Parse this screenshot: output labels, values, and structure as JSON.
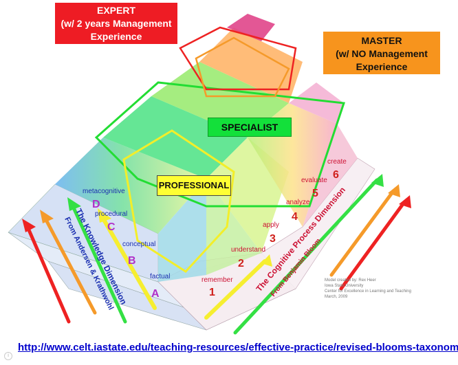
{
  "labels": {
    "expert": [
      "EXPERT",
      "(w/ 2  years Management",
      "Experience"
    ],
    "master": [
      "MASTER",
      "(w/ NO Management",
      "Experience"
    ],
    "specialist": "SPECIALIST",
    "professional": "PROFESSIONAL"
  },
  "cognitive_dimension": {
    "title": "The Cognitive Process Dimension",
    "source": "From Benjamin Bloom",
    "levels": [
      {
        "number": "1",
        "name": "remember"
      },
      {
        "number": "2",
        "name": "understand"
      },
      {
        "number": "3",
        "name": "apply"
      },
      {
        "number": "4",
        "name": "analyze"
      },
      {
        "number": "5",
        "name": "evaluate"
      },
      {
        "number": "6",
        "name": "create"
      }
    ]
  },
  "knowledge_dimension": {
    "title": "The Knowledge Dimension",
    "source": "From Andersen & Krathwohl",
    "levels": [
      {
        "letter": "A",
        "name": "factual"
      },
      {
        "letter": "B",
        "name": "conceptual"
      },
      {
        "letter": "C",
        "name": "procedural"
      },
      {
        "letter": "D",
        "name": "metacognitive"
      }
    ]
  },
  "credit": [
    "Model created by: Rex Heer",
    "Iowa State University",
    "Center for Excellence in Learning and Teaching",
    "March, 2009"
  ],
  "footer_url": "http://www.celt.iastate.edu/teaching-resources/effective-practice/revised-blooms-taxonomy/",
  "colors": {
    "expert": "#ee1c24",
    "master": "#f7941d",
    "specialist": "#13e03a",
    "professional": "#ffff33",
    "cognitive_text": "#cc1133",
    "knowledge_text": "#1a2fb0",
    "letter_color": "#b030c8",
    "number_color": "#d0201c"
  },
  "icons": [
    "arrow-red-icon",
    "arrow-orange-icon",
    "arrow-green-icon",
    "arrow-yellow-icon"
  ]
}
